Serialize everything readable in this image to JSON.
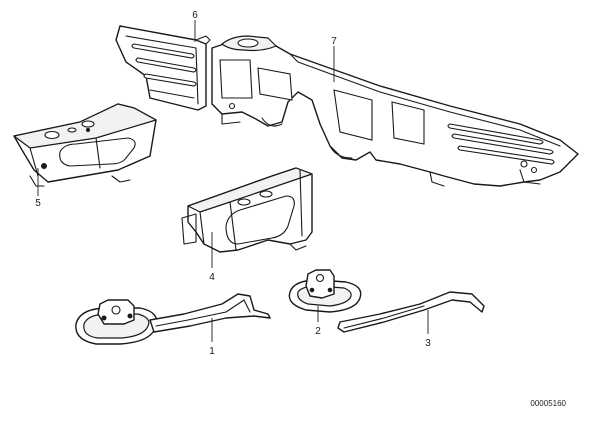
{
  "callouts": {
    "part1": "1",
    "part2": "2",
    "part3": "3",
    "part4": "4",
    "part5": "5",
    "part6": "6",
    "part7": "7"
  },
  "reference_number": "00005160"
}
